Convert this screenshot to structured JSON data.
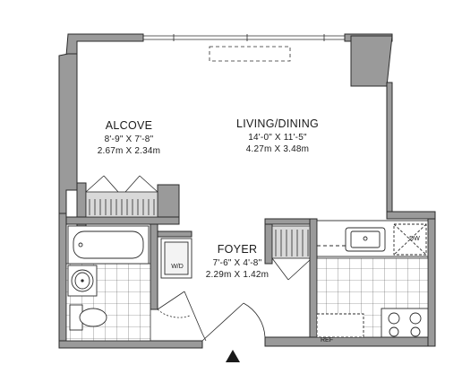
{
  "rooms": {
    "alcove": {
      "name": "ALCOVE",
      "dim_imperial": "8'-9\" X 7'-8\"",
      "dim_metric": "2.67m X 2.34m"
    },
    "living": {
      "name": "LIVING/DINING",
      "dim_imperial": "14'-0\" X 11'-5\"",
      "dim_metric": "4.27m X 3.48m"
    },
    "foyer": {
      "name": "FOYER",
      "dim_imperial": "7'-6\" X 4'-8\"",
      "dim_metric": "2.29m X 1.42m"
    }
  },
  "fixtures": {
    "washer_dryer": "W/D",
    "dishwasher": "DW",
    "refrigerator": "REF"
  },
  "colors": {
    "wall": "#9a9a9a",
    "line": "#2b2b2b",
    "paper": "#ffffff"
  }
}
